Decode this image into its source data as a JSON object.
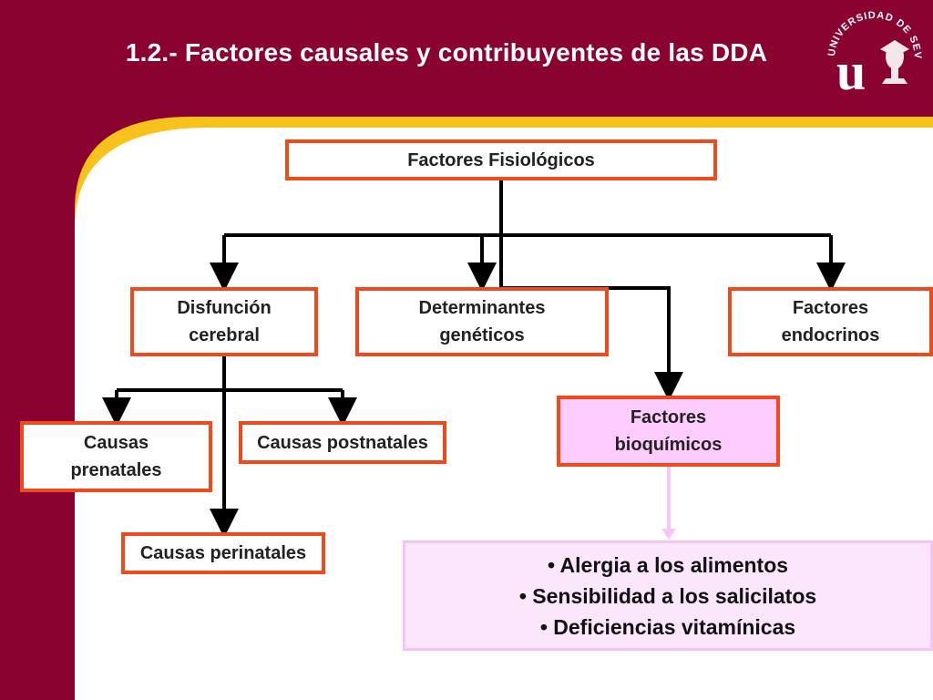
{
  "slide": {
    "title": "1.2.- Factores causales y contribuyentes de las DDA"
  },
  "logo": {
    "label": "UNIVERSIDAD DE SEVILLA",
    "letter": "u"
  },
  "diagram": {
    "root": "Factores Fisiológicos",
    "level1": {
      "disfuncion": "Disfunción cerebral",
      "geneticos": "Determinantes genéticos",
      "endocrinos": "Factores endocrinos",
      "bioquimicos": "Factores bioquímicos"
    },
    "causas": {
      "prenatales": "Causas prenatales",
      "postnatales": "Causas postnatales",
      "perinatales": "Causas perinatales"
    },
    "bioquimicos_items": [
      "• Alergia a los alimentos",
      "• Sensibilidad a los salicilatos",
      "• Deficiencias vitamínicas"
    ]
  },
  "colors": {
    "background": "#8a0230",
    "panel": "#ffffff",
    "swoosh": "#f6c21b",
    "box_border": "#ee4a1e",
    "highlight_fill": "#ffccff",
    "list_fill": "#fce6fc"
  }
}
